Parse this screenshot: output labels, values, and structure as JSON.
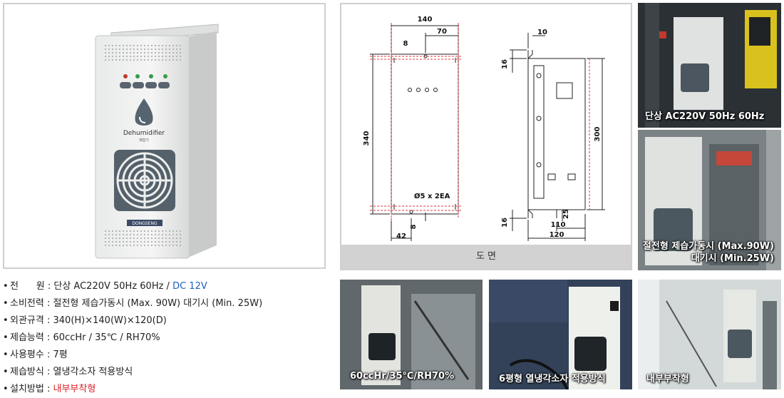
{
  "product": {
    "brand": "Dehumidifier",
    "brand_sub": "제습기",
    "maker": "DONGSENG"
  },
  "drawing": {
    "caption": "도 면",
    "dims": {
      "w140": "140",
      "w70": "70",
      "w8a": "8",
      "h340": "340",
      "d5": "Ø5 x 2EA",
      "w8b": "8",
      "w42": "42",
      "w10": "10",
      "h16a": "16",
      "h300": "300",
      "h16b": "16",
      "w25": "25",
      "w110": "110",
      "w120": "120"
    }
  },
  "photos": {
    "p1": "단상 AC220V 50Hz 60Hz",
    "p2_line1": "절전형 제습가동시 (Max.90W)",
    "p2_line2": "대기시 (Min.25W)",
    "p3": "60ccHr/35℃/RH70%",
    "p4": "6평형 열냉각소자 적용방식",
    "p5": "내부부착형"
  },
  "specs": {
    "bullet": "•",
    "power_label": "전      원 :",
    "power_value": "단상 AC220V 50Hz 60Hz / ",
    "power_extra": "DC 12V",
    "consumption_label": "소비전력 :",
    "consumption_value": "절전형 제습가동시 (Max. 90W) 대기시 (Min. 25W)",
    "size_label": "외관규격 :",
    "size_value": "340(H)×140(W)×120(D)",
    "capacity_label": "제습능력 :",
    "capacity_value": "60ccHr / 35℃ / RH70%",
    "area_label": "사용평수 :",
    "area_value": "7평",
    "method_label": "제습방식 :",
    "method_value": "열냉각소자 적용방식",
    "install_label": "설치방법 :",
    "install_value": "내부부착형"
  },
  "colors": {
    "accent_blue": "#1f5fbf",
    "accent_red": "#d9232a"
  }
}
